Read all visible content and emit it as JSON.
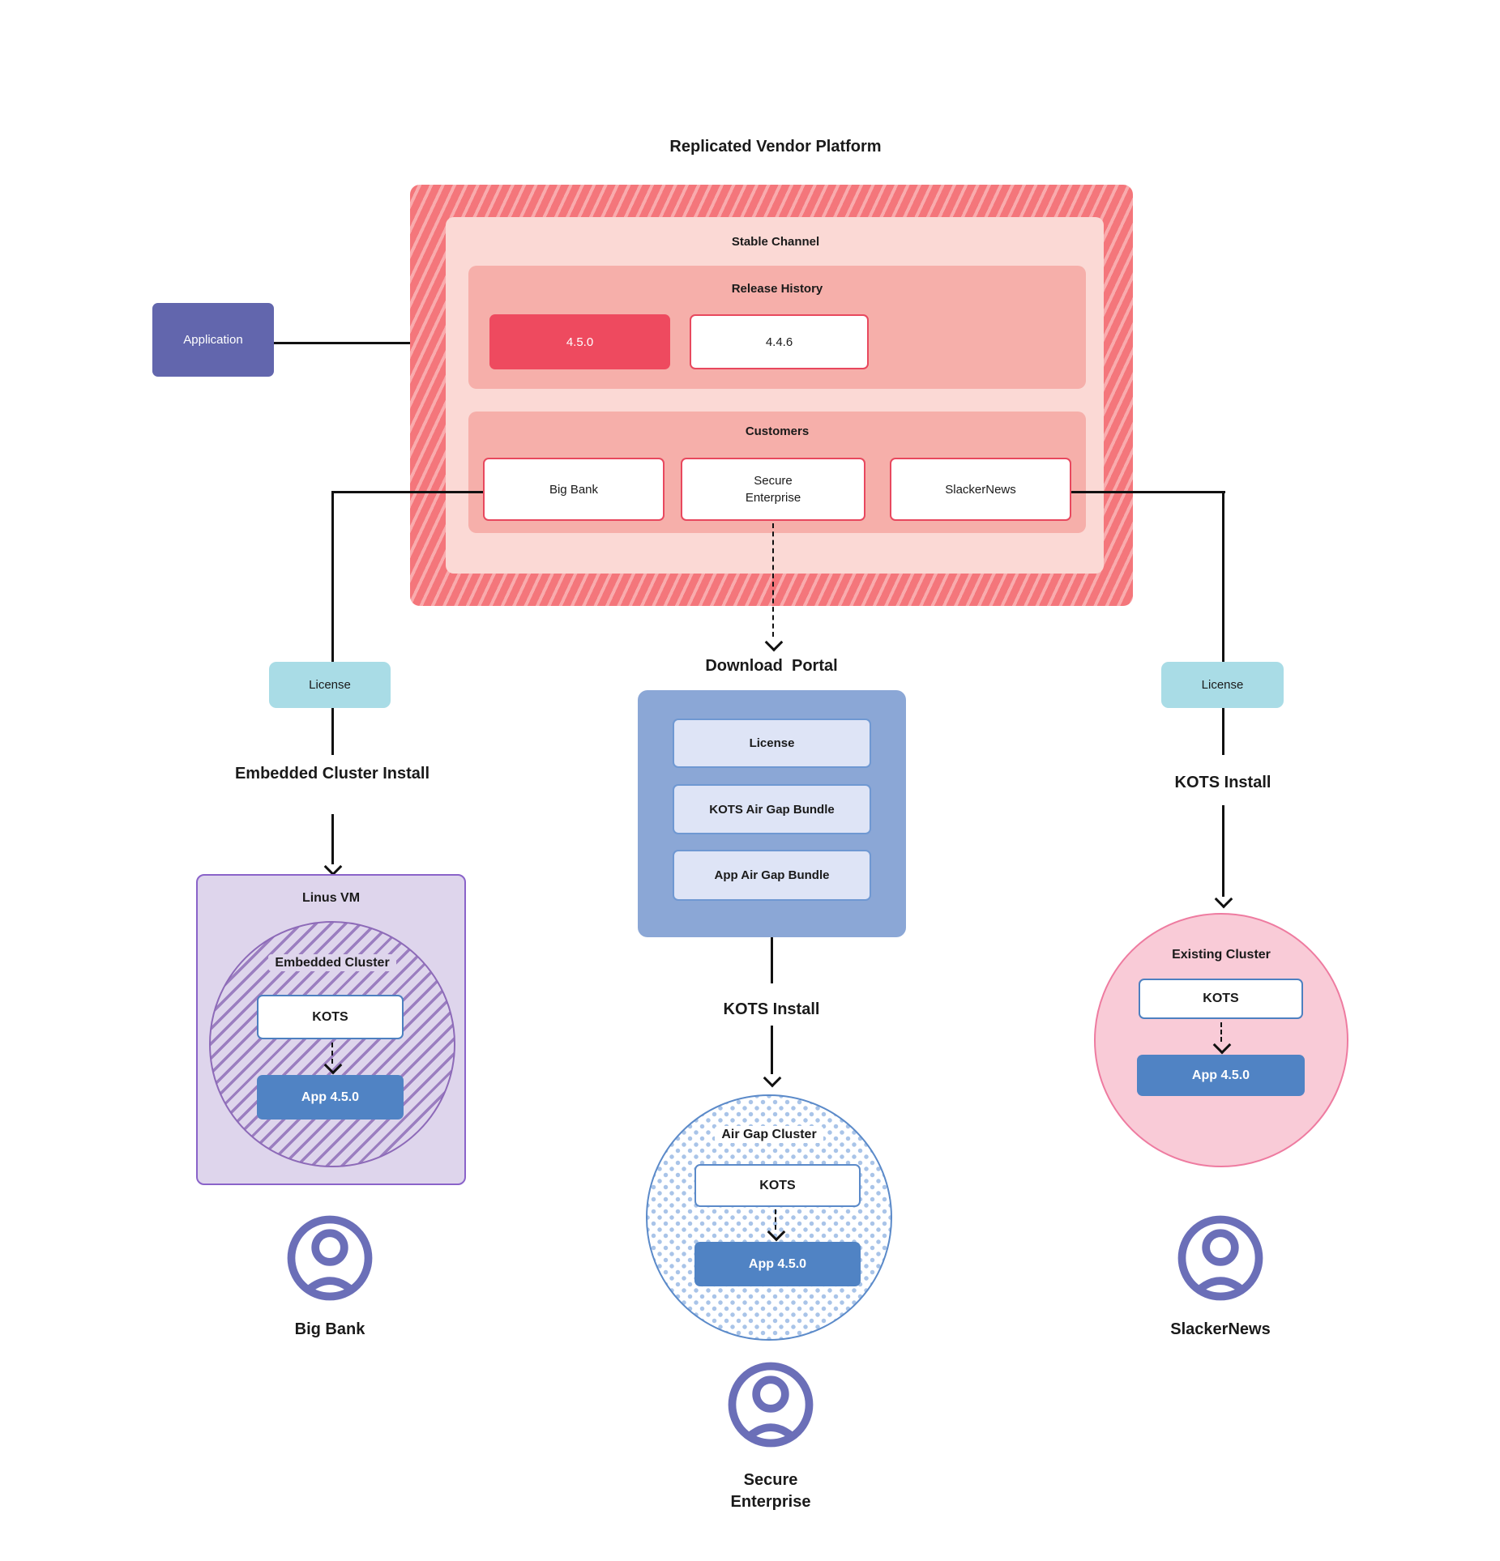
{
  "title": "Replicated Vendor Platform",
  "application": {
    "label": "Application"
  },
  "platform": {
    "stable_channel": {
      "label": "Stable Channel"
    },
    "release_history": {
      "label": "Release History",
      "current_release": "4.5.0",
      "previous_release": "4.4.6"
    },
    "customers": {
      "label": "Customers",
      "big_bank": "Big Bank",
      "secure_enterprise": "Secure Enterprise",
      "slacker_news": "SlackerNews"
    }
  },
  "download_portal": {
    "title": "Download  Portal",
    "license": "License",
    "kots_bundle": "KOTS Air Gap Bundle",
    "app_bundle": "App Air Gap Bundle"
  },
  "left_flow": {
    "license": "License",
    "install_label": "Embedded Cluster Install",
    "vm_label": "Linus VM",
    "cluster_label": "Embedded Cluster",
    "kots": "KOTS",
    "app": "App 4.5.0",
    "person": "Big Bank"
  },
  "middle_flow": {
    "install_label": "KOTS Install",
    "cluster_label": "Air Gap Cluster",
    "kots": "KOTS",
    "app": "App 4.5.0",
    "person": "Secure Enterprise"
  },
  "right_flow": {
    "license": "License",
    "install_label": "KOTS Install",
    "cluster_label": "Existing Cluster",
    "kots": "KOTS",
    "app": "App 4.5.0",
    "person": "SlackerNews"
  },
  "colors": {
    "platform_red": "#ee4a5f",
    "hatch_base": "#f4767b",
    "hatch_stripe": "#f9abad",
    "channel_pink": "#fbd9d5",
    "section_salmon": "#f6afaa",
    "red_border": "#e8485e",
    "application_indigo": "#6266ad",
    "license_cyan": "#a9dce6",
    "portal_blue": "#8ba7d6",
    "portal_item_blue": "#dee4f6",
    "app_blue": "#5083c4",
    "kots_border_blue": "#4d80c0",
    "vm_lavender": "#ded5ec",
    "vm_border_purple": "#8a63c9",
    "embedded_stripe_purple": "#9b7ec0",
    "airgap_border_blue": "#5b8ac9",
    "airgap_dot_blue": "#a9c4e8",
    "existing_pink": "#f9cbd7",
    "existing_border_pink": "#ee7ba0",
    "person_purple": "#6b6fb8"
  },
  "icons": {
    "person": "person-icon"
  }
}
